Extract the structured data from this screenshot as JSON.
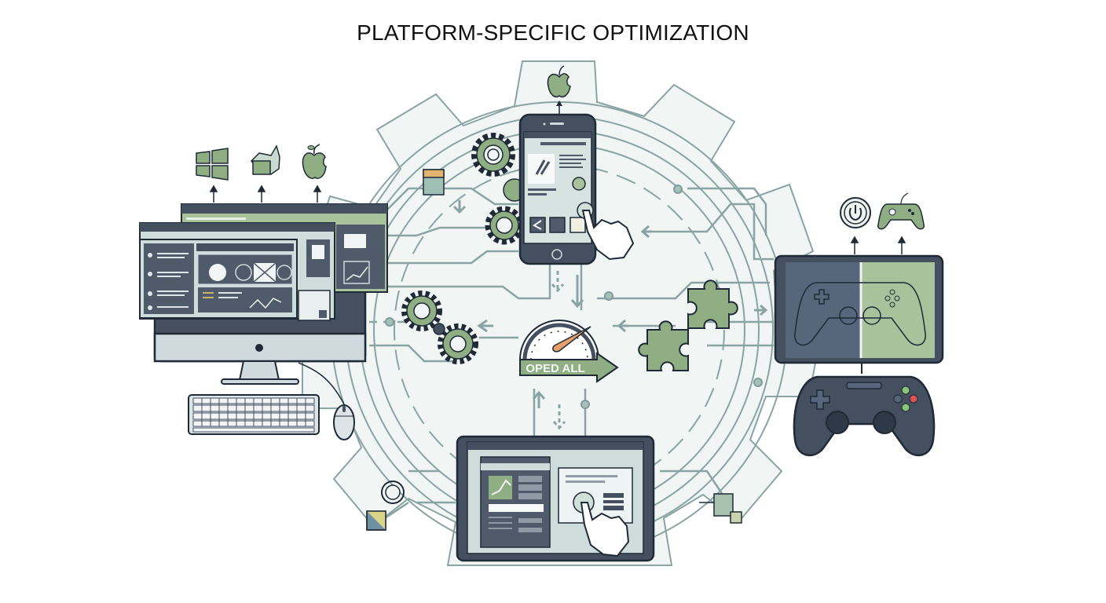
{
  "title": "PLATFORM-SPECIFIC OPTIMIZATION",
  "colors": {
    "outline": "#1f2a36",
    "dark_slate": "#44505f",
    "panel_dark": "#4f5b6a",
    "screen_light": "#cfdcdc",
    "green": "#8fae83",
    "green_light": "#a9c29c",
    "gear_outline": "#7f9b9b",
    "gear_fill": "#eef4f3",
    "accent_orange": "#e7a06a",
    "button_red": "#d9534f",
    "button_green": "#8bc37a"
  },
  "center": {
    "speedometer": {
      "label": "OPED ALL",
      "icon": "speedometer-icon"
    },
    "gears_left": {
      "icon": "gears-icon"
    },
    "puzzle": {
      "icon": "puzzle-icon"
    }
  },
  "platforms": [
    {
      "id": "desktop",
      "device": "desktop-monitor",
      "icons": [
        "windows-icon",
        "generic-os-icon",
        "apple-icon"
      ],
      "peripherals": [
        "keyboard-icon",
        "mouse-icon"
      ]
    },
    {
      "id": "mobile",
      "device": "smartphone",
      "icons": [
        "apple-icon"
      ],
      "gesture": "tap-hand-icon"
    },
    {
      "id": "console",
      "device": "handheld-console",
      "icons": [
        "power-icon",
        "gamepad-icon"
      ],
      "peripherals": [
        "controller-icon"
      ]
    },
    {
      "id": "tablet",
      "device": "tablet",
      "gesture": "tap-hand-icon"
    }
  ]
}
